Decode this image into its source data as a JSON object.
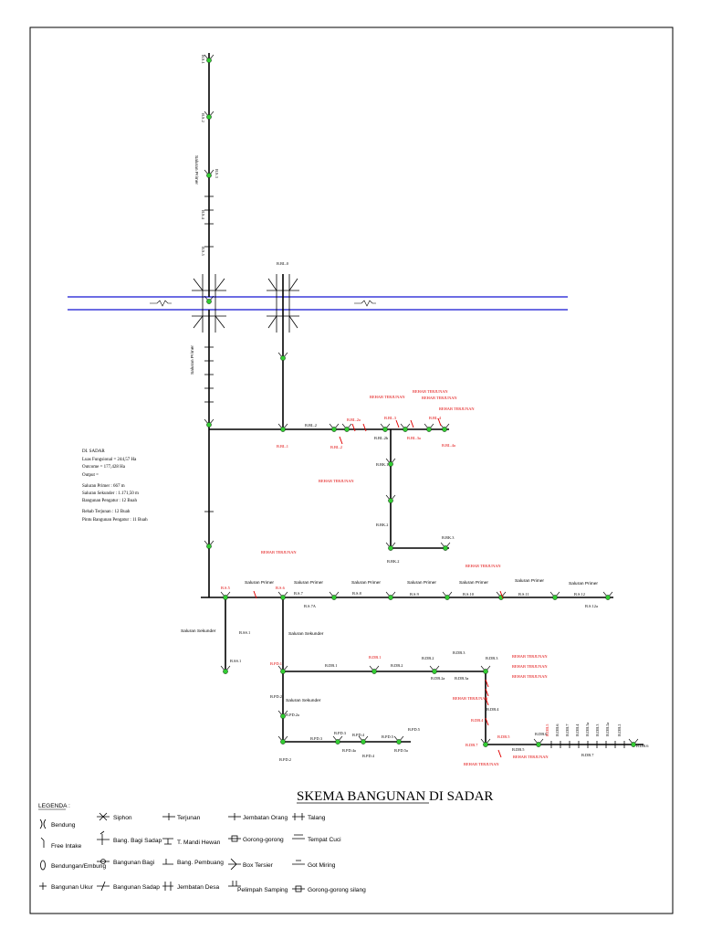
{
  "title": "SKEMA BANGUNAN DI SADAR",
  "colors": {
    "river": "#1414d2",
    "node": "#33cc33",
    "rehab": "#e00000",
    "line": "#000000"
  },
  "info": {
    "heading": "DI. SADAR",
    "lines": [
      "Luas Fungsional = 244,57 Ha",
      "Outcome = 177,428 Ha",
      "Output =",
      "Saluran Primer : 667 m",
      "Saluran Sekunder : 1.171,50 m",
      "Bangunan Pengatur : 12 Buah",
      "Rehab Terjunan : 12 Buah",
      "Pintu Bangunan Pengatur : 11 Buah"
    ]
  },
  "legend": {
    "heading": "LEGENDA :",
    "items": [
      "Bendung",
      "Free Intake",
      "Bendungan/Embung",
      "Bangunan Ukur",
      "Siphon",
      "Bang. Bagi Sadap",
      "Bangunan Bagi",
      "Bangunan Sadap",
      "Terjunan",
      "T. Mandi Hewan",
      "Bang. Pembuang",
      "Jembatan Desa",
      "Jembatan Orang",
      "Gorong-gorong",
      "Box Tersier",
      "Pelimpah Samping",
      "Talang",
      "Tempat Cuci",
      "Got Miring",
      "Gorong-gorong silang"
    ]
  },
  "labels": {
    "rehab": "REHAB TERJUNAN",
    "primer": "Saluran Primer",
    "sekunder": "Saluran Sekunder",
    "top": [
      "B.S.1",
      "B.S.2",
      "B.S.3",
      "B.S.4",
      "B.S.5"
    ],
    "bbl": [
      "B.BL.0",
      "B.BL.1",
      "B.BL.2",
      "B.BL.2a",
      "B.BL.2b",
      "B.BL.3",
      "B.BL.3a",
      "B.BL.4",
      "B.BL.4a"
    ],
    "bbk": [
      "B.BK.1",
      "B.BK.2",
      "B.BK.3"
    ],
    "bs": [
      "B.S.6",
      "B.S.7",
      "B.S.7A",
      "B.S.8",
      "B.S.9",
      "B.S.10",
      "B.S.11",
      "B.S.12",
      "B.S.12a"
    ],
    "bpd": [
      "B.PD.1",
      "B.PD.2",
      "B.PD.2a",
      "B.PD.3",
      "B.PD.4",
      "B.PD.4a",
      "B.PD.5",
      "B.PD.5a"
    ],
    "bdb": [
      "B.DB.1",
      "B.DB.2",
      "B.DB.2a",
      "B.DB.3",
      "B.DB.3a",
      "B.DB.4",
      "B.DB.5",
      "B.DB.6",
      "B.DB.7"
    ],
    "ss1": "B.SS.1"
  }
}
